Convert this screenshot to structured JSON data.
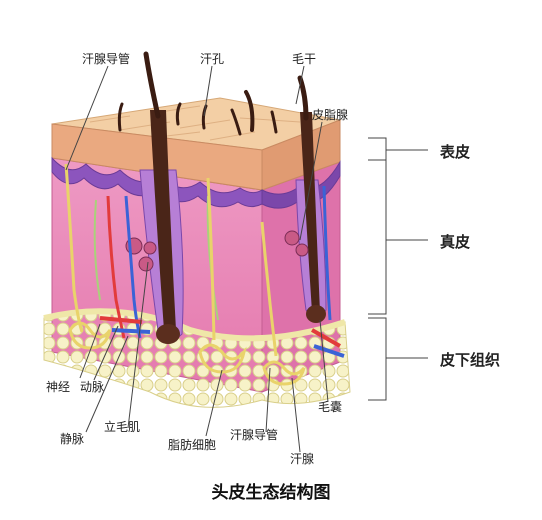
{
  "caption": "头皮生态结构图",
  "labels": {
    "sweat_duct_top": "汗腺导管",
    "pore": "汗孔",
    "hair_shaft": "毛干",
    "sebaceous_gland": "皮脂腺",
    "nerve": "神经",
    "artery": "动脉",
    "vein": "静脉",
    "arrector_pili": "立毛肌",
    "fat_cell": "脂肪细胞",
    "sweat_duct_bottom": "汗腺导管",
    "sweat_gland": "汗腺",
    "follicle": "毛囊"
  },
  "layers": {
    "epidermis": "表皮",
    "dermis": "真皮",
    "subcutaneous": "皮下组织"
  },
  "colors": {
    "dermis": "#e97fb5",
    "dermis_side": "#d96aa3",
    "epidermis_top": "#f2c79a",
    "epidermis_front": "#e9a57d",
    "basal_layer": "#8a4fb8",
    "fat": "#f4efc0",
    "hair": "#4a2518",
    "gland": "#e9d36a",
    "artery": "#e23b3b",
    "vein": "#3b63d6"
  }
}
